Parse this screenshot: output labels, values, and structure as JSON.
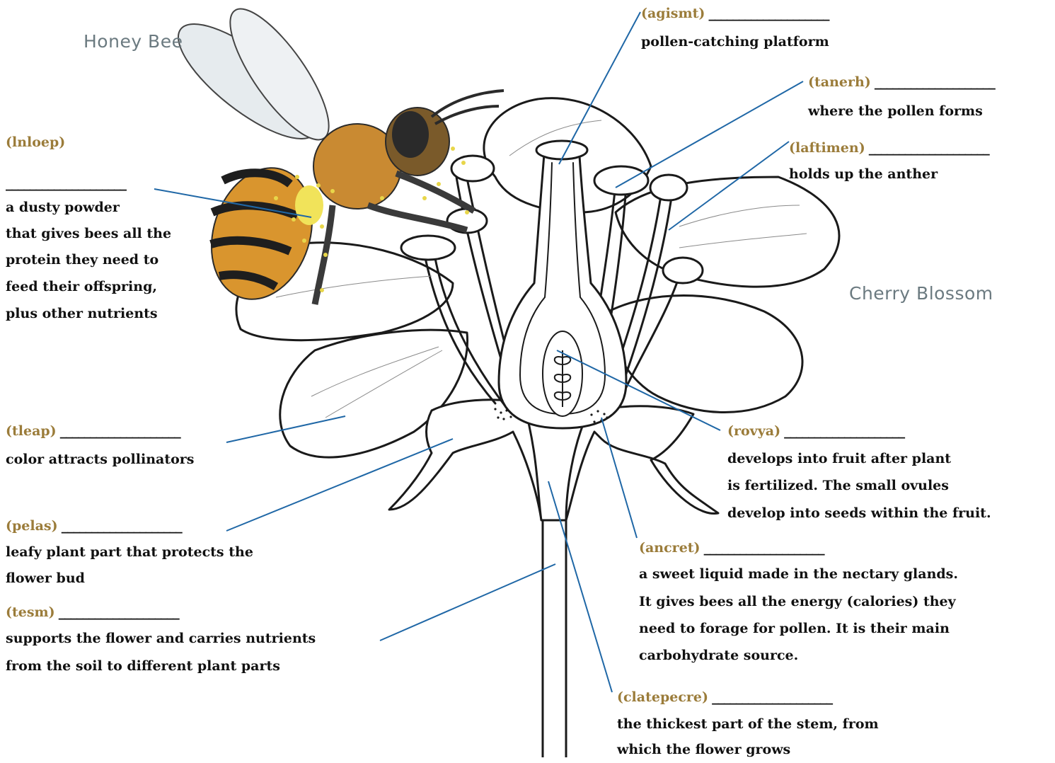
{
  "titles": {
    "bee": "Honey Bee",
    "flower": "Cherry Blossom"
  },
  "colors": {
    "hint": "#9b7c3a",
    "leader": "#1f67a6",
    "text": "#111111"
  },
  "labels": {
    "stigma": {
      "hint": "(agismt)",
      "blank": "____________________",
      "desc": "pollen-catching platform"
    },
    "anther": {
      "hint": "(tanerh)",
      "blank": "____________________",
      "desc": "where the pollen forms"
    },
    "filament": {
      "hint": "(laftimen)",
      "blank": "____________________",
      "desc": "holds up the anther"
    },
    "pollen": {
      "hint": "(lnloep)",
      "blank": "____________________",
      "desc": [
        "a dusty powder",
        "that gives bees all the",
        "protein they need to",
        "feed their offspring,",
        "plus other nutrients"
      ]
    },
    "petal": {
      "hint": "(tleap)",
      "blank": "____________________",
      "desc": "color attracts pollinators"
    },
    "sepal": {
      "hint": "(pelas)",
      "blank": "____________________",
      "desc": [
        "leafy plant part that protects the",
        "flower bud"
      ]
    },
    "stem": {
      "hint": "(tesm)",
      "blank": "____________________",
      "desc": [
        "supports the flower and carries nutrients",
        "from the soil to different plant parts"
      ]
    },
    "ovary": {
      "hint": "(rovya)",
      "blank": "____________________",
      "desc": [
        "develops into fruit after plant",
        "is fertilized. The small ovules",
        "develop into seeds within the fruit."
      ]
    },
    "nectar": {
      "hint": "(ancret)",
      "blank": "____________________",
      "desc": [
        "a sweet liquid made in the nectary glands.",
        "It gives bees all the energy (calories) they",
        "need to forage for pollen. It is their main",
        "carbohydrate source."
      ]
    },
    "receptacle": {
      "hint": "(clatepecre)",
      "blank": "____________________",
      "desc": [
        "the thickest part of the stem, from",
        "which the flower grows"
      ]
    }
  }
}
